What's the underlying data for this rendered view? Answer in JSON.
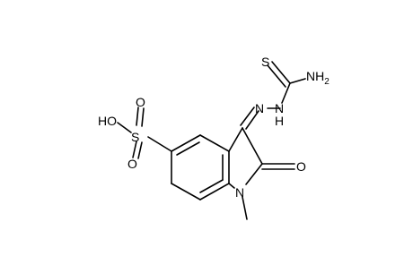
{
  "molecule": {
    "atom_labels": {
      "S_thio": "S",
      "NH2": "NH",
      "NH2_sub": "2",
      "N_hydrazone_1": "N",
      "N_hydrazone_2": "N",
      "H_hydrazone": "H",
      "O_keto": "O",
      "N_ring": "N",
      "HO": "HO",
      "S_sulfo": "S",
      "O_sulfo_top": "O",
      "O_sulfo_bottom": "O"
    },
    "colors": {
      "bonds": "#000000",
      "labels": "#000000",
      "background": "#ffffff"
    }
  }
}
